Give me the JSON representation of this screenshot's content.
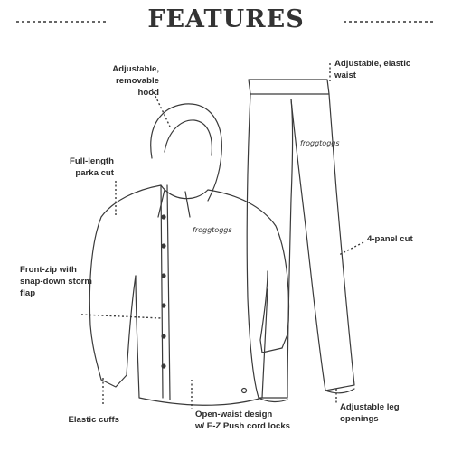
{
  "title": "FEATURES",
  "brand": "froggtoggs",
  "colors": {
    "ink": "#2c2c2c",
    "line": "#3a3a3a",
    "background": "#ffffff"
  },
  "callouts": {
    "hood": "Adjustable,\nremovable\nhood",
    "parka": "Full-length\nparka cut",
    "front_zip": "Front-zip with\nsnap-down storm\nflap",
    "cuffs": "Elastic cuffs",
    "waist_design": "Open-waist design\nw/ E-Z Push cord locks",
    "elastic_waist": "Adjustable, elastic\nwaist",
    "panel": "4-panel cut",
    "leg_openings": "Adjustable leg\nopenings"
  }
}
